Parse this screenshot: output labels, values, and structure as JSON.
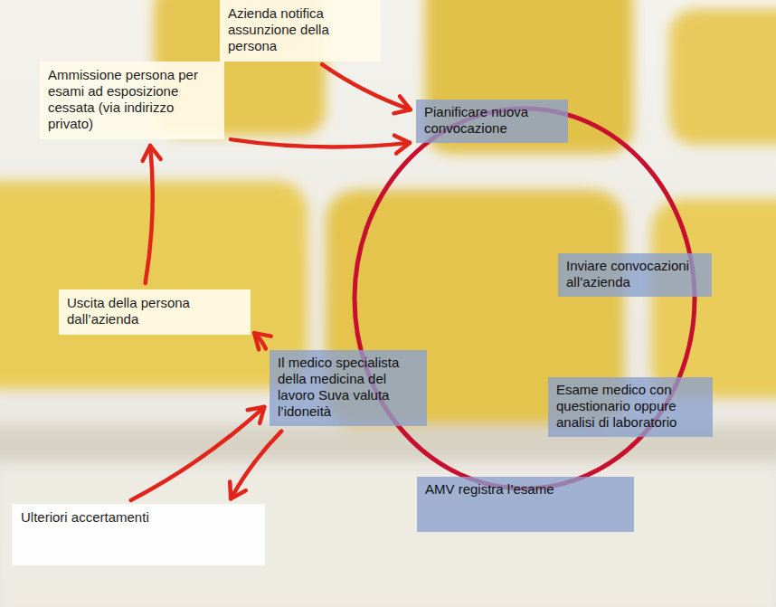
{
  "diagram": {
    "nodes": [
      {
        "text": [
          "Azienda notifica assunzione della persona"
        ]
      },
      {
        "text": [
          "Ammissione persona per esami ad esposizione cessata (via indirizzo privato)"
        ]
      },
      {
        "text": [
          "Pianificare nuova convocazione"
        ]
      },
      {
        "text": [
          "Inviare convocazioni all’azienda"
        ]
      },
      {
        "text": [
          "Uscita della persona dall’azienda"
        ]
      },
      {
        "text": [
          "Il medico specialista della medicina del lavoro Suva valuta l’idoneità"
        ]
      },
      {
        "text": [
          "Esame medico con questionario oppure analisi di laboratorio"
        ]
      },
      {
        "text": [
          "AMV registra l’esame"
        ]
      },
      {
        "text": [
          "Ulteriori accertamenti"
        ]
      }
    ],
    "edges": [
      {
        "from": 0,
        "to": 2,
        "arrow": "to"
      },
      {
        "from": 1,
        "to": 2,
        "arrow": "to"
      },
      {
        "from": 5,
        "to": 4,
        "arrow": "to"
      },
      {
        "from": 4,
        "to": 1,
        "arrow": "to"
      },
      {
        "from": 8,
        "to": 5,
        "arrow": "to"
      },
      {
        "from": 5,
        "to": 8,
        "arrow": "to"
      }
    ]
  }
}
